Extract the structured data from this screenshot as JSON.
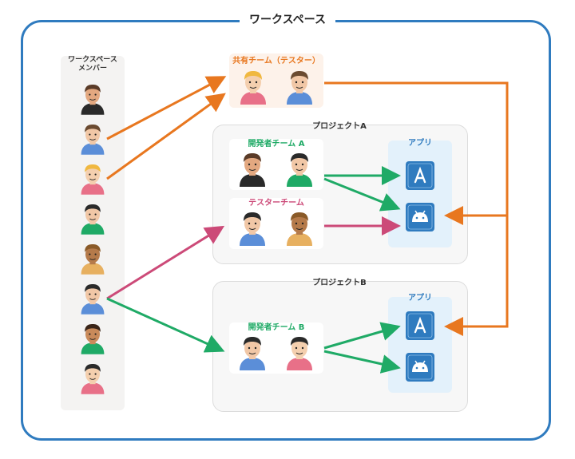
{
  "workspace": {
    "title": "ワークスペース"
  },
  "members": {
    "title_line1": "ワークスペース",
    "title_line2": "メンバー"
  },
  "shared_team": {
    "title": "共有チーム（テスター）"
  },
  "project_a": {
    "title": "プロジェクトA",
    "dev_team_title": "開発者チーム A",
    "tester_team_title": "テスターチーム",
    "apps_title": "アプリ"
  },
  "project_b": {
    "title": "プロジェクトB",
    "dev_team_title": "開発者チーム B",
    "apps_title": "アプリ"
  },
  "colors": {
    "frame": "#2f7bbf",
    "orange": "#e8771f",
    "green": "#1faa66",
    "pink": "#cc4a78",
    "app_blue": "#2f7bbf"
  },
  "icons": [
    "person-avatar-icon",
    "app-store-icon",
    "android-icon"
  ]
}
